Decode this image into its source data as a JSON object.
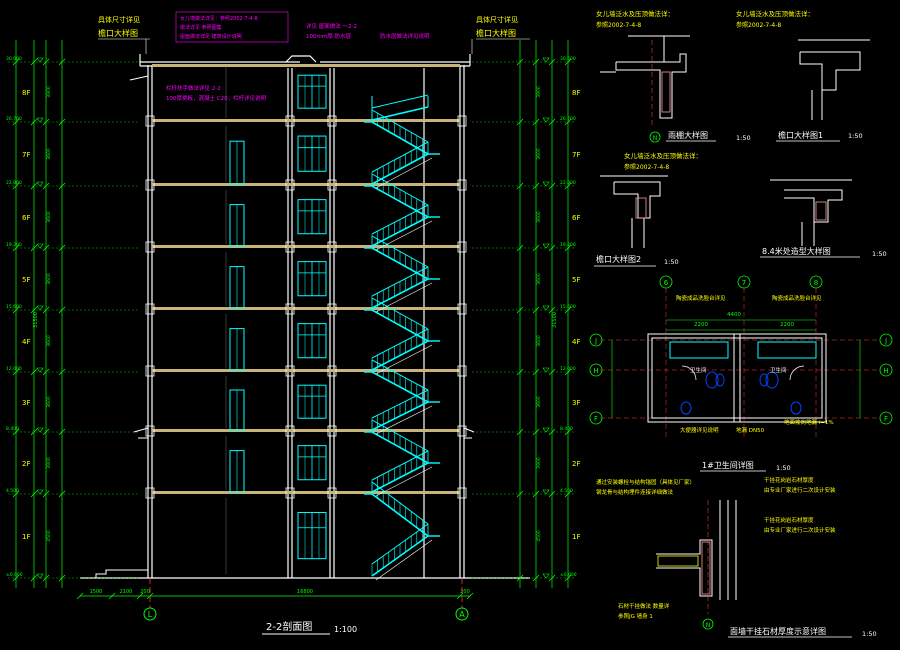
{
  "section": {
    "title": "2-2剖面图",
    "scale": "1:100",
    "floors": [
      "1F",
      "2F",
      "3F",
      "4F",
      "5F",
      "6F",
      "7F",
      "8F"
    ],
    "elev_left": [
      "±0.000",
      "4.500",
      "8.400",
      "12.000",
      "15.600",
      "19.200",
      "22.800",
      "26.700",
      "30.600"
    ],
    "elev_right": [
      "±0.000",
      "4.500",
      "8.400",
      "12.000",
      "15.600",
      "19.200",
      "22.800",
      "26.700",
      "30.600"
    ],
    "dims_left": [
      "4500",
      "3900",
      "3600",
      "3600",
      "3600",
      "3600",
      "3600",
      "3900"
    ],
    "dims_right": [
      "4500",
      "3900",
      "3600",
      "3600",
      "3600",
      "3600",
      "3600",
      "3900"
    ],
    "total_left": "31500",
    "total_right": "31500",
    "bottom_dims": [
      "1500",
      "2100",
      "200",
      "16800",
      "200"
    ],
    "grid_left": "L",
    "grid_right": "A",
    "top_left_note": "具体尺寸详见",
    "top_left_ref": "檐口大样图",
    "top_right_note": "具体尺寸详见",
    "top_right_ref": "檐口大样图",
    "magenta_notes": [
      "女儿墙做法详见：参照2002-7-4-8",
      "做法详见 参照图集",
      "屋面做法详见 建筑设计说明"
    ],
    "roof_note_a": "详见 屋面做法 ～2-2",
    "roof_note_b": "100mm厚 防水层",
    "roof_note_c": "防水层做法详见说明",
    "stair_note_a": "栏杆扶手做法详见 2-2",
    "stair_note_b": "100厚挑板，混凝土 C20，栏杆详见说明"
  },
  "details": {
    "d1_note": "女儿墙泛水及压顶做法详：",
    "d1_ref": "参照2002-7-4-8",
    "d1_title": "雨棚大样图",
    "d1_scale": "1:50",
    "d2_note": "女儿墙泛水及压顶做法详：",
    "d2_ref": "参照2002-7-4-8",
    "d2_title": "檐口大样图1",
    "d2_scale": "1:50",
    "d3_note": "女儿墙泛水及压顶做法详：",
    "d3_ref": "参照2002-7-4-8",
    "d3_title": "檐口大样图2",
    "d3_scale": "1:50",
    "d4_title": "8.4米处造型大样图",
    "d4_scale": "1:50",
    "grid_n": "N"
  },
  "bathroom": {
    "title": "1#卫生间详图",
    "scale": "1:50",
    "grid_top": [
      "6",
      "7",
      "8"
    ],
    "grid_side": [
      "J",
      "H",
      "F"
    ],
    "note_left": "陶瓷成品洗脸台详见",
    "note_right": "陶瓷成品洗脸台详见",
    "top_dims": [
      "2200",
      "2200"
    ],
    "total": "4400",
    "note_bottom_a": "大便器详见说明",
    "note_bottom_b": "地漏 DN50",
    "note_bottom_c": "地面坡向地漏 i=1%",
    "label_a": "卫生间",
    "label_b": "卫生间"
  },
  "cladding": {
    "title": "面墙干挂石材厚度示意详图",
    "scale": "1:50",
    "note_a": "通过安装螺栓与结构锚固（具体见厂家）",
    "note_b": "钢龙骨与结构埋件连接详细做法",
    "note_c": "干挂花岗岩石材厚度",
    "note_d": "由专业厂家进行二次设计安装",
    "note_e": "干挂花岗岩石材厚度",
    "note_f": "由专业厂家进行二次设计安装",
    "note_g": "石材干挂做法 数量详",
    "note_h": "参照JG 墙身 1",
    "grid_n": "N"
  },
  "colors": {
    "background": "#000000",
    "dim": "#00ff00",
    "structure": "#ffffff",
    "railing": "#00ffff",
    "slab": "#c8b478",
    "window": "#00ffff",
    "axis": "#ff3333",
    "label": "#ffff00",
    "note": "#ff00ff",
    "hatch": "#ff9999"
  }
}
